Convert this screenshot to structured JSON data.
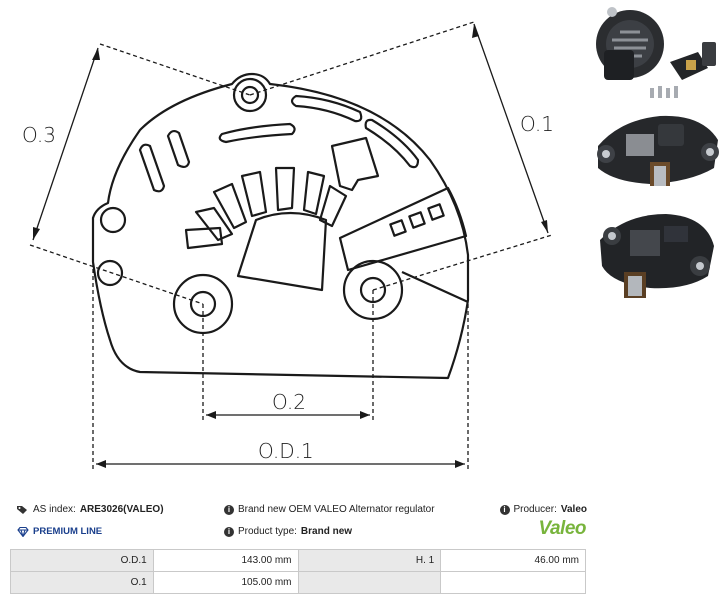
{
  "drawing": {
    "labels": {
      "o3": "O.3",
      "o1": "O.1",
      "o2": "O.2",
      "od1": "O.D.1"
    }
  },
  "photos": [
    {
      "name": "regulator-photo-exploded",
      "alt": "regulator with parts"
    },
    {
      "name": "regulator-photo-front",
      "alt": "regulator front"
    },
    {
      "name": "regulator-photo-angle",
      "alt": "regulator angled"
    }
  ],
  "info": {
    "as_index_label": "AS index:",
    "as_index_value": "ARE3026(VALEO)",
    "description": "Brand new OEM VALEO Alternator regulator",
    "producer_label": "Producer:",
    "producer_value": "Valeo",
    "premium_label": "PREMIUM LINE",
    "product_type_label": "Product type:",
    "product_type_value": "Brand new",
    "brand_logo_text": "Valeo"
  },
  "params": [
    {
      "label": "O.D.1",
      "value": "143.00 mm",
      "label2": "H. 1",
      "value2": "46.00 mm"
    },
    {
      "label": "O.1",
      "value": "105.00 mm",
      "label2": "",
      "value2": ""
    }
  ],
  "colors": {
    "premium": "#1a3f8c",
    "brand": "#78b43c",
    "table_label_bg": "#e9e9e9"
  }
}
